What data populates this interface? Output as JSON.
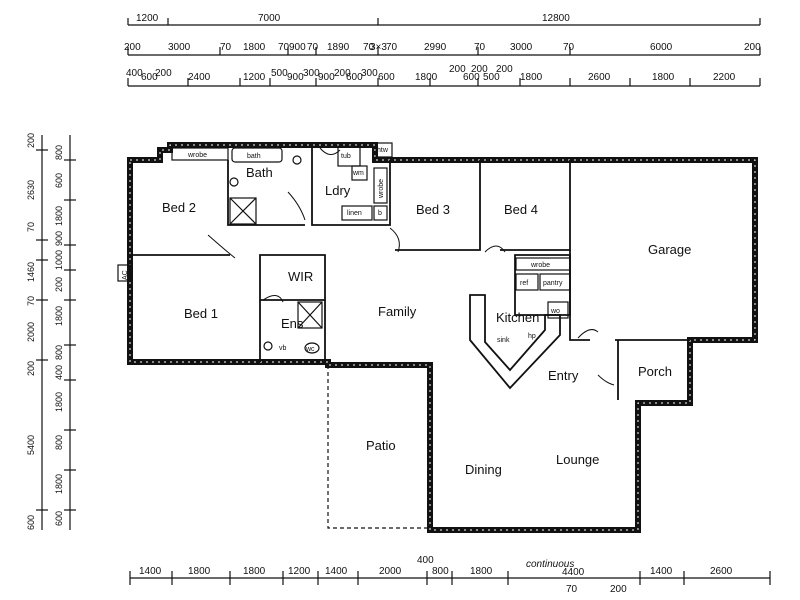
{
  "dimensions": {
    "top": {
      "row1": [
        "1200",
        "7000",
        "12800"
      ],
      "row2": [
        "200",
        "3000",
        "70",
        "1800",
        "70",
        "900",
        "70",
        "1890",
        "70",
        "3×3",
        "70",
        "2990",
        "70",
        "3000",
        "70",
        "6000",
        "200"
      ],
      "row3": [
        "400",
        "600",
        "200",
        "2400",
        "1200",
        "500",
        "900",
        "300",
        "900",
        "200",
        "600",
        "300",
        "600",
        "1800",
        "200",
        "200",
        "600",
        "500",
        "200",
        "1800",
        "2600",
        "1800",
        "2200"
      ]
    },
    "left": {
      "col1": [
        "200",
        "2630",
        "70",
        "1460",
        "70",
        "2000",
        "200",
        "5400",
        "600"
      ],
      "col2": [
        "800",
        "600",
        "1800",
        "900",
        "1000",
        "200",
        "1800",
        "800",
        "400",
        "1800",
        "800",
        "1800",
        "600"
      ]
    },
    "bottom": {
      "row1": [
        "1400",
        "1800",
        "1800",
        "1200",
        "1400",
        "2000",
        "800",
        "1800",
        "1400",
        "2600"
      ],
      "upper": [
        "400",
        "continuous",
        "4400"
      ],
      "lower": [
        "70",
        "200"
      ]
    }
  },
  "rooms": {
    "bed2": "Bed 2",
    "bath": "Bath",
    "ldry": "Ldry",
    "bed3": "Bed 3",
    "bed4": "Bed 4",
    "garage": "Garage",
    "wir": "WIR",
    "bed1": "Bed 1",
    "ens": "Ens",
    "family": "Family",
    "kitchen": "Kitchen",
    "entry": "Entry",
    "porch": "Porch",
    "patio": "Patio",
    "dining": "Dining",
    "lounge": "Lounge"
  },
  "fixtures": {
    "wrobe_bed2": "wrobe",
    "bath_tub": "bath",
    "tub": "tub",
    "wm": "wm",
    "wrobe_ldry": "wrobe",
    "linen": "linen",
    "b": "b",
    "wrobe_bed4": "wrobe",
    "ref": "ref",
    "pantry": "pantry",
    "wo": "wo",
    "hp": "hp",
    "sink": "sink",
    "vb": "vb",
    "wc": "wc",
    "htw": "htw",
    "ac": "AC"
  }
}
